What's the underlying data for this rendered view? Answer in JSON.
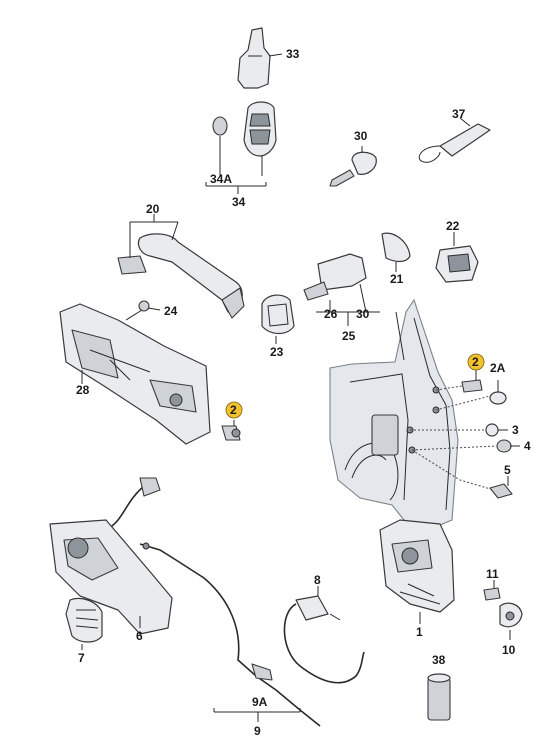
{
  "callouts": {
    "c33": "33",
    "c34A": "34A",
    "c34": "34",
    "c30a": "30",
    "c37": "37",
    "c20": "20",
    "c22": "22",
    "c21": "21",
    "c24": "24",
    "c26": "26",
    "c30b": "30",
    "c25": "25",
    "c23": "23",
    "c28": "28",
    "c2a": "2",
    "c2b": "2",
    "c2A": "2A",
    "c3": "3",
    "c4": "4",
    "c5": "5",
    "c8": "8",
    "c11": "11",
    "c6": "6",
    "c7": "7",
    "c1": "1",
    "c10": "10",
    "c38": "38",
    "c9A": "9A",
    "c9": "9"
  },
  "colors": {
    "badge": "#f2c12e",
    "line": "#2a2a2a"
  }
}
